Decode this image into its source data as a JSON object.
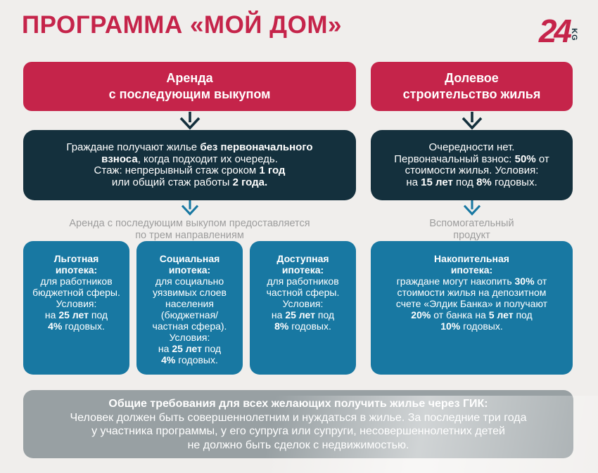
{
  "title": "ПРОГРАММА «МОЙ ДОМ»",
  "logo": {
    "number": "24",
    "kg": "KG"
  },
  "icons": {
    "down_arrow": "↓"
  },
  "colors": {
    "bg": "#f0eeec",
    "red": "#c5244a",
    "navy": "#14303d",
    "teal": "#1878a2",
    "gray-box": "#98a0a3",
    "gray-label": "#9d9d9d"
  },
  "left": {
    "header": "Аренда\nс последующим выкупом",
    "info": [
      {
        "t": "Граждане получают жилье "
      },
      {
        "t": "без первоначального\nвзноса",
        "b": true
      },
      {
        "t": ", когда подходит их очередь.\nСтаж: непрерывный стаж сроком "
      },
      {
        "t": "1 год",
        "b": true
      },
      {
        "t": "\nили общий стаж работы "
      },
      {
        "t": "2 года.",
        "b": true
      }
    ],
    "branch_label": "Аренда с последующим выкупом предоставляется\nпо трем направлениям",
    "cards": [
      {
        "name": "Льготная ипотека",
        "segments": [
          {
            "t": "Льготная\nипотека:",
            "b": true
          },
          {
            "t": "\nдля работников\nбюджетной сферы.\nУсловия:\nна "
          },
          {
            "t": "25 лет",
            "b": true
          },
          {
            "t": " под\n"
          },
          {
            "t": "4%",
            "b": true
          },
          {
            "t": " годовых."
          }
        ]
      },
      {
        "name": "Социальная ипотека",
        "segments": [
          {
            "t": "Социальная\nипотека:",
            "b": true
          },
          {
            "t": "\nдля социально\nуязвимых слоев\nнаселения\n(бюджетная/\nчастная сфера).\nУсловия:\nна "
          },
          {
            "t": "25 лет",
            "b": true
          },
          {
            "t": " под\n"
          },
          {
            "t": "4%",
            "b": true
          },
          {
            "t": " годовых."
          }
        ]
      },
      {
        "name": "Доступная ипотека",
        "segments": [
          {
            "t": "Доступная\nипотека:",
            "b": true
          },
          {
            "t": "\nдля работников\nчастной сферы.\nУсловия:\nна "
          },
          {
            "t": "25 лет",
            "b": true
          },
          {
            "t": " под\n"
          },
          {
            "t": "8%",
            "b": true
          },
          {
            "t": " годовых."
          }
        ]
      }
    ]
  },
  "right": {
    "header": "Долевое\nстроительство жилья",
    "info": [
      {
        "t": "Очередности нет.\nПервоначальный взнос: "
      },
      {
        "t": "50%",
        "b": true
      },
      {
        "t": " от\nстоимости жилья. Условия:\nна "
      },
      {
        "t": "15 лет",
        "b": true
      },
      {
        "t": " под "
      },
      {
        "t": "8%",
        "b": true
      },
      {
        "t": " годовых."
      }
    ],
    "branch_label": "Вспомогательный\nпродукт",
    "cards": [
      {
        "name": "Накопительная ипотека",
        "segments": [
          {
            "t": "Накопительная\nипотека:",
            "b": true
          },
          {
            "t": "\nграждане могут накопить "
          },
          {
            "t": "30%",
            "b": true
          },
          {
            "t": " от\nстоимости жилья на депозитном\nсчете «Элдик Банка» и получают\n"
          },
          {
            "t": "20%",
            "b": true
          },
          {
            "t": " от банка на "
          },
          {
            "t": "5 лет",
            "b": true
          },
          {
            "t": " под\n"
          },
          {
            "t": "10%",
            "b": true
          },
          {
            "t": " годовых."
          }
        ]
      }
    ]
  },
  "footer": {
    "segments": [
      {
        "t": "Общие требования для всех желающих получить жилье через ГИК:",
        "b": true
      },
      {
        "t": "\nЧеловек должен быть совершеннолетним и нуждаться в жилье. За последние три года\nу участника программы, у его супруга или супруги, несовершеннолетних детей\nне должно быть сделок с недвижимостью."
      }
    ]
  }
}
